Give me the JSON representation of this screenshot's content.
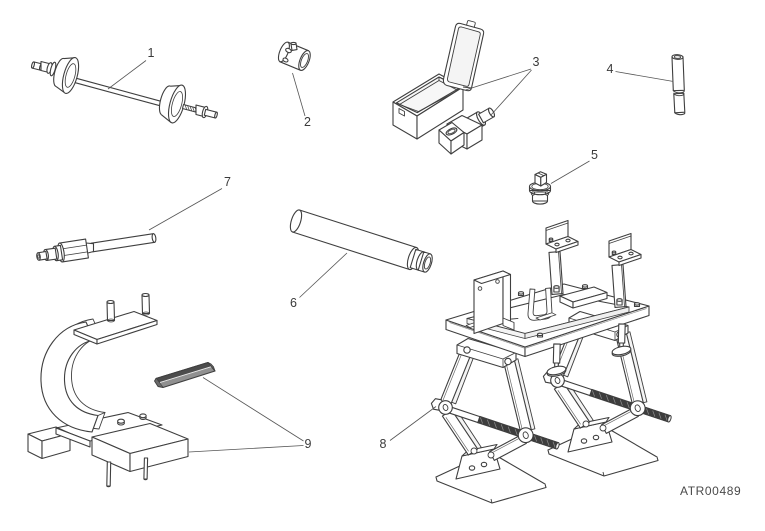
{
  "figure": {
    "code": "ATR00489",
    "kind": "exploded-parts-line-diagram",
    "background_color": "#ffffff",
    "line_color": "#3f3f3f",
    "dark_fill_color": "#3d3d3d",
    "part_count": 9
  },
  "callouts": [
    {
      "label": "1"
    },
    {
      "label": "2"
    },
    {
      "label": "3"
    },
    {
      "label": "4"
    },
    {
      "label": "5"
    },
    {
      "label": "6"
    },
    {
      "label": "7"
    },
    {
      "label": "8"
    },
    {
      "label": "9"
    }
  ]
}
